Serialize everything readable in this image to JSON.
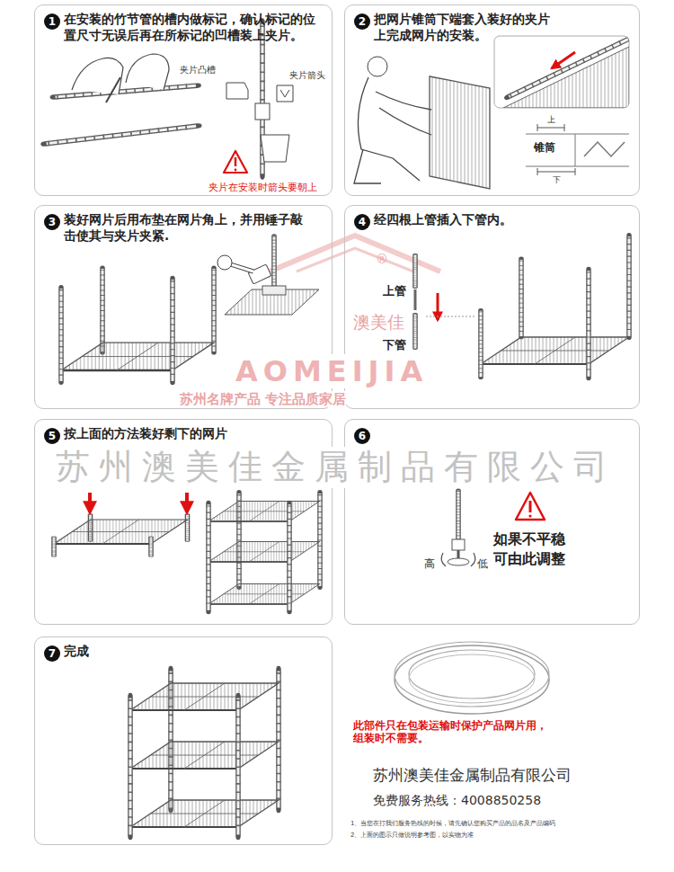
{
  "diagram": {
    "nodes": [
      {
        "text": [
          "在安装的竹节管的槽内做标记，确认标记的位置尺寸无误后再在所标记的凹槽装上夹片。"
        ]
      },
      {
        "text": [
          "1"
        ],
        "in": 0
      },
      {
        "text": [
          "把网片锥筒下端套入装好的夹片上完成网片的安装。"
        ]
      },
      {
        "text": [
          "2"
        ],
        "in": 2
      },
      {
        "text": [
          "装好网片后用布垫在网片角上，并用锤子敲击使其与夹片夹紧."
        ]
      },
      {
        "text": [
          "3"
        ],
        "in": 4
      },
      {
        "text": [
          "经四根上管插入下管内。"
        ]
      },
      {
        "text": [
          "4"
        ],
        "in": 6
      },
      {
        "text": [
          "按上面的方法装好剩下的网片"
        ]
      },
      {
        "text": [
          "5"
        ],
        "in": 8
      },
      {
        "text": [
          "如果不平稳 可由此调整"
        ]
      },
      {
        "text": [
          "6"
        ],
        "in": 10
      },
      {
        "text": [
          "完成"
        ]
      },
      {
        "text": [
          "7"
        ],
        "in": 12
      }
    ],
    "labels": [
      "夹片凸槽",
      "夹片箭头",
      "夹片在安装时箭头要朝上",
      "上",
      "锥筒",
      "下",
      "上管",
      "下管",
      "高",
      "低",
      "®",
      "澳美佳",
      "AOMEIJIA",
      "苏州名牌产品 专注品质家居",
      "苏州澳美佳金属制品有限公司",
      "此部件只在包装运输时保护产品网片用，组装时不需要。",
      "苏州澳美佳金属制品有限公司",
      "免费服务热线：4008850258",
      "1、当您在打我们服务热线的时候，请先确认您购买产品的品名及产品编码",
      "2、上面的图示只做说明参考图，以实物为准"
    ]
  }
}
